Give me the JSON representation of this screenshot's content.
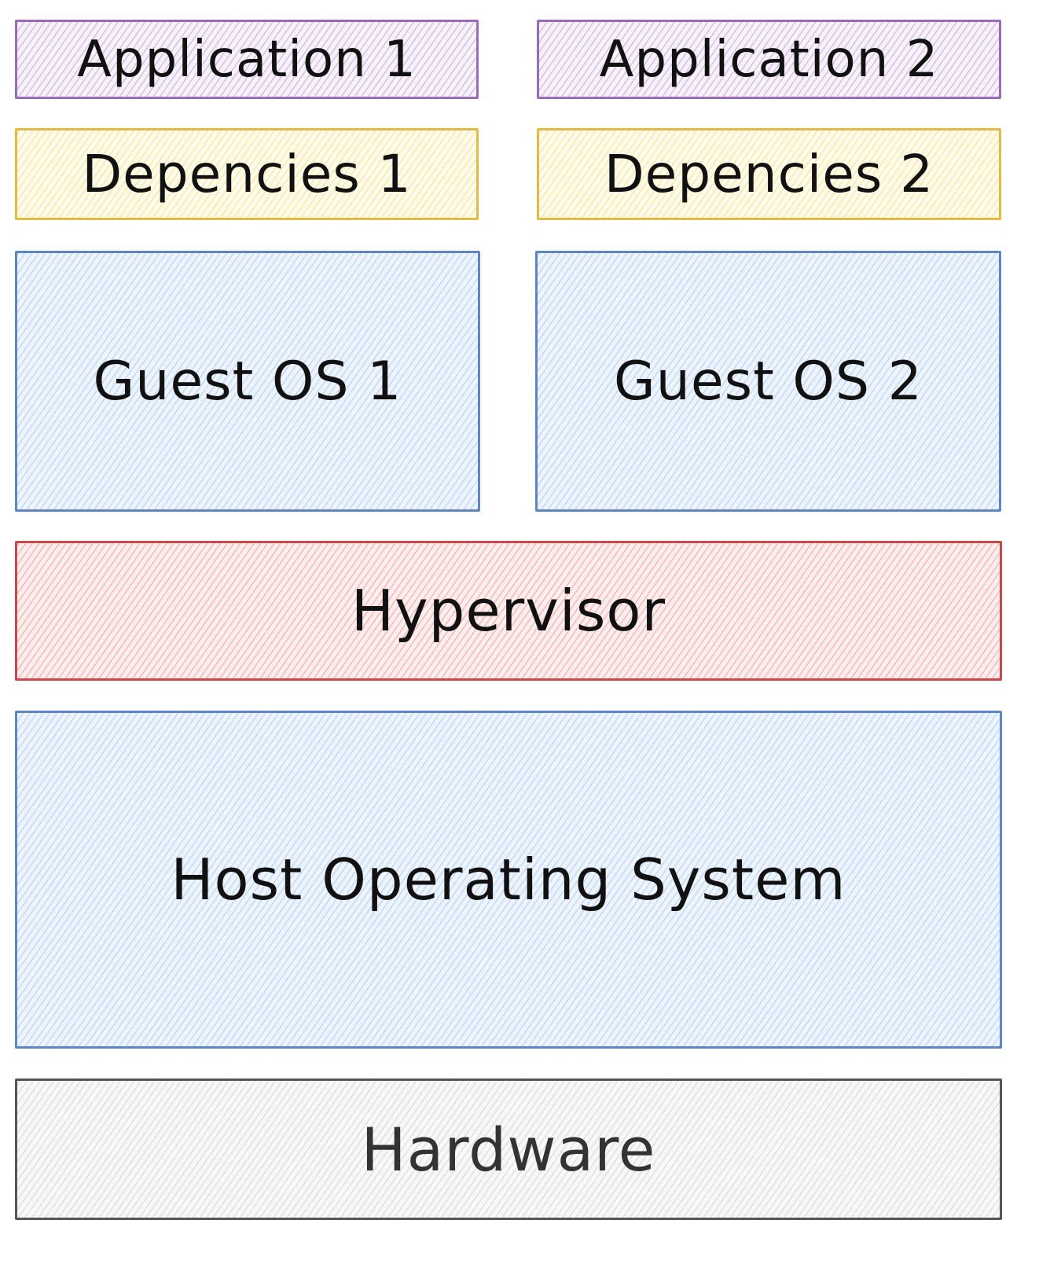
{
  "diagram": {
    "layers": {
      "application_1": "Application 1",
      "application_2": "Application 2",
      "dependencies_1": "Depencies 1",
      "dependencies_2": "Depencies 2",
      "guest_os_1": "Guest OS 1",
      "guest_os_2": "Guest OS 2",
      "hypervisor": "Hypervisor",
      "host_os": "Host Operating System",
      "hardware": "Hardware"
    },
    "colors": {
      "application": "#9a6bb8",
      "dependencies": "#e0bb45",
      "operating_system": "#5f86c2",
      "hypervisor": "#c9484b",
      "hardware": "#555555"
    }
  }
}
